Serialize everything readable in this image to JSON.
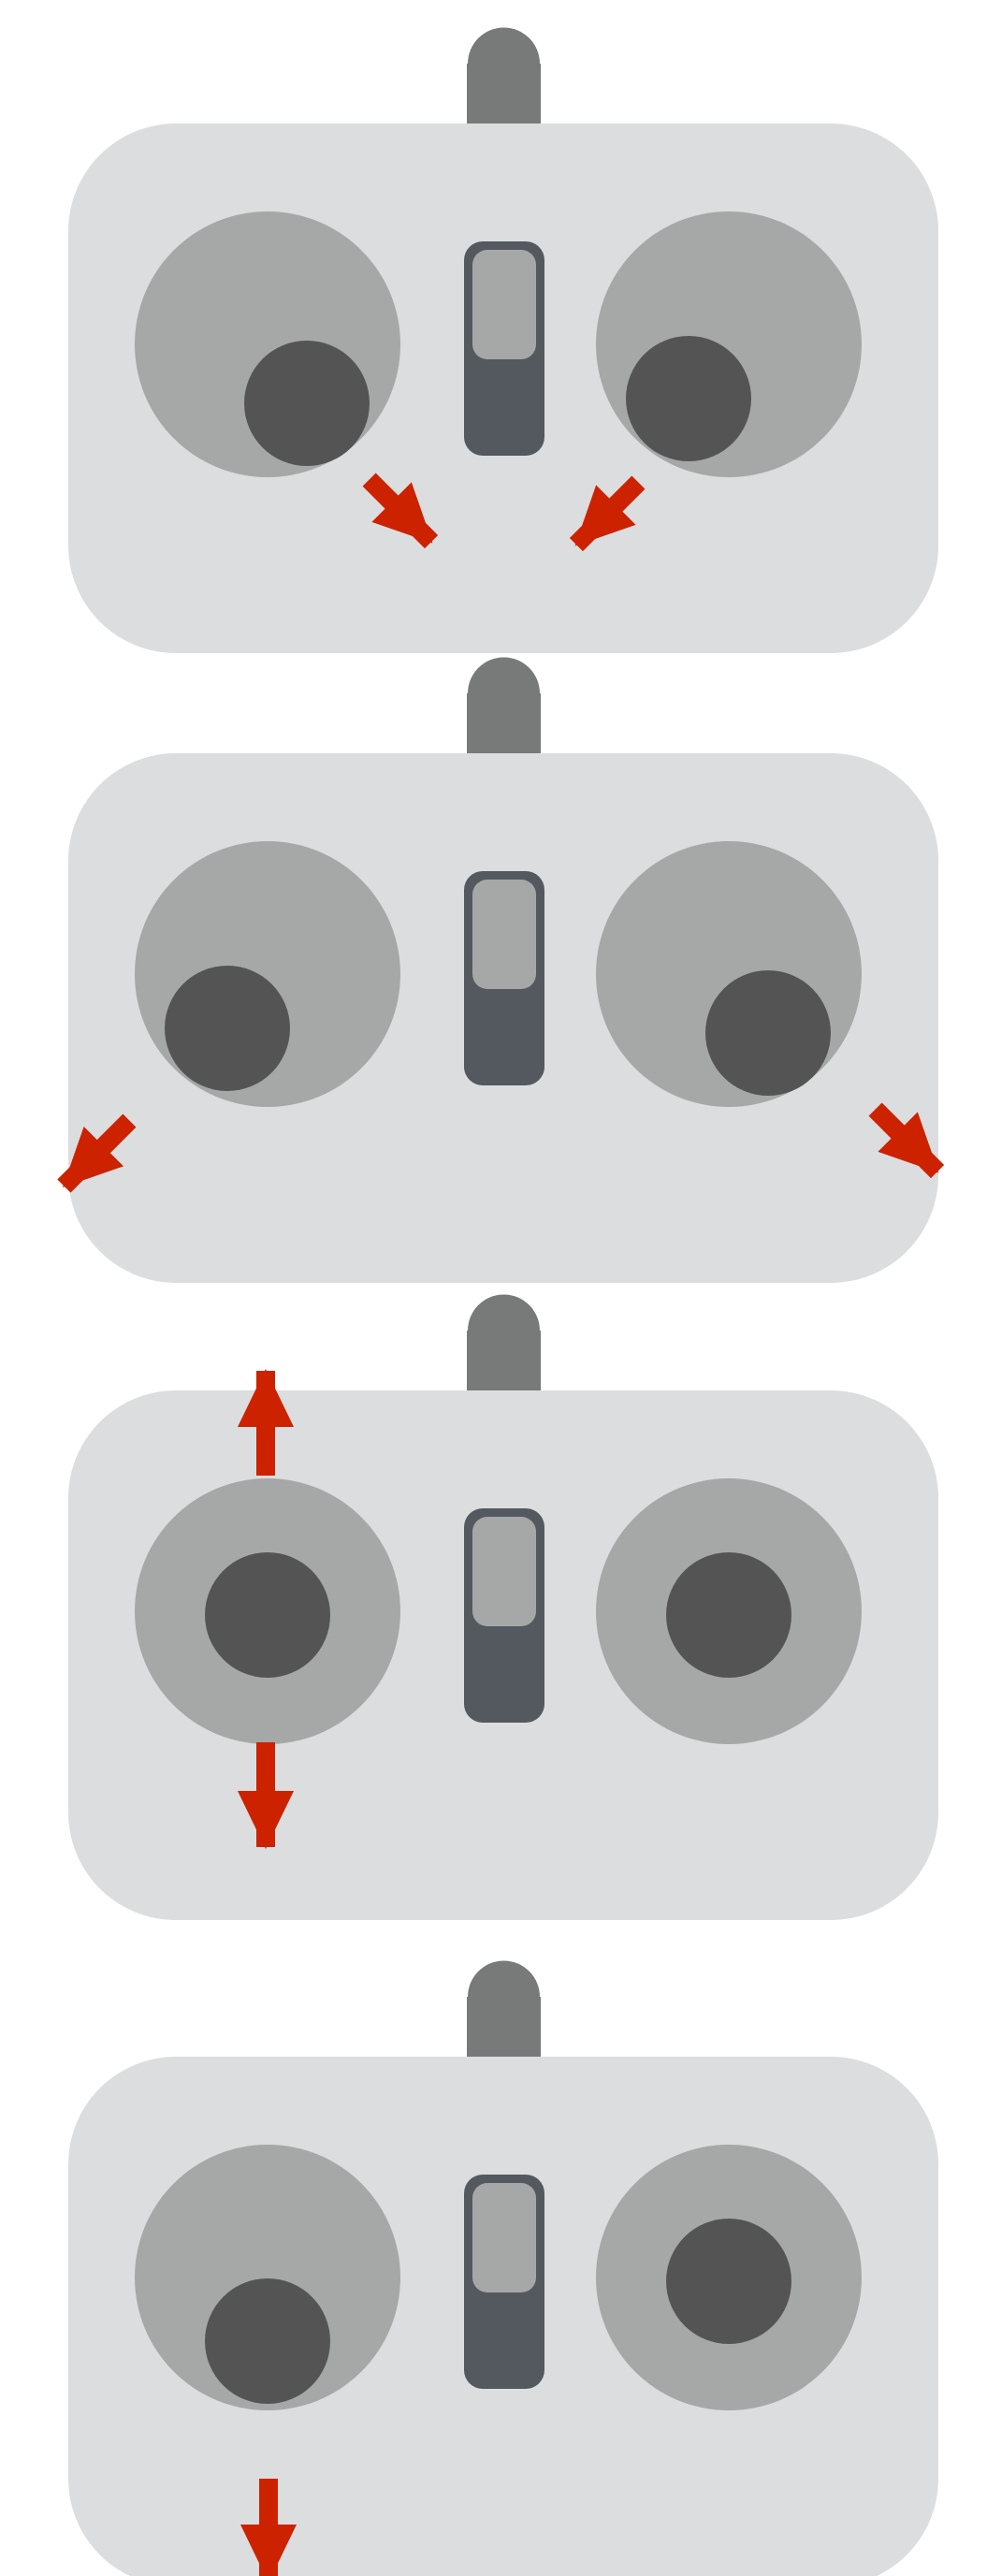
{
  "title": "",
  "colors": {
    "background": "#ffffff",
    "antenna": "#777a79",
    "body": "#dcddde",
    "stick_base": "#a6a8a7",
    "stick_knob": "#545454",
    "switch_track": "#545960",
    "switch_knob": "#a6a8a7",
    "arrow": "#cc2200"
  },
  "controllers": [
    {
      "name": "controller-1",
      "left_stick": {
        "knob": "offset-down-right"
      },
      "right_stick": {
        "knob": "offset-down-left"
      },
      "switch": "up",
      "arrows": [
        {
          "stick": "left",
          "direction": "down-right",
          "icon": "arrow-down-right-icon"
        },
        {
          "stick": "right",
          "direction": "down-left",
          "icon": "arrow-down-left-icon"
        }
      ]
    },
    {
      "name": "controller-2",
      "left_stick": {
        "knob": "offset-down-left"
      },
      "right_stick": {
        "knob": "offset-down-right"
      },
      "switch": "up",
      "arrows": [
        {
          "stick": "left",
          "direction": "down-left",
          "icon": "arrow-down-left-icon"
        },
        {
          "stick": "right",
          "direction": "down-right",
          "icon": "arrow-down-right-icon"
        }
      ]
    },
    {
      "name": "controller-3",
      "left_stick": {
        "knob": "centered"
      },
      "right_stick": {
        "knob": "centered"
      },
      "switch": "up",
      "arrows": [
        {
          "stick": "left",
          "direction": "up",
          "icon": "arrow-up-icon"
        },
        {
          "stick": "left",
          "direction": "down",
          "icon": "arrow-down-icon"
        }
      ]
    },
    {
      "name": "controller-4",
      "left_stick": {
        "knob": "offset-down"
      },
      "right_stick": {
        "knob": "centered"
      },
      "switch": "up",
      "arrows": [
        {
          "stick": "left",
          "direction": "down",
          "icon": "arrow-down-icon"
        }
      ]
    }
  ]
}
